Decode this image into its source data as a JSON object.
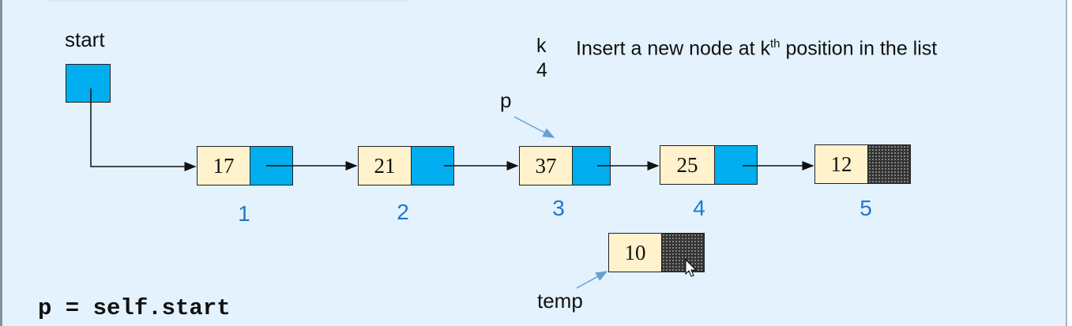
{
  "labels": {
    "start": "start",
    "k": "k",
    "k_value": "4",
    "heading_main": "Insert a new node at k",
    "heading_sup": "th",
    "heading_rest": " position in the list",
    "p": "p",
    "temp": "temp",
    "code": "p = self.start"
  },
  "nodes": [
    {
      "info": "17",
      "index": "1",
      "null_link": false
    },
    {
      "info": "21",
      "index": "2",
      "null_link": false
    },
    {
      "info": "37",
      "index": "3",
      "null_link": false
    },
    {
      "info": "25",
      "index": "4",
      "null_link": false
    },
    {
      "info": "12",
      "index": "5",
      "null_link": true
    }
  ],
  "temp_node": {
    "info": "10",
    "null_link": true
  },
  "colors": {
    "background": "#e3f2fd",
    "info_fill": "#fff2cc",
    "link_fill": "#00aeef",
    "index_text": "#1f78c8",
    "pointer_arrow": "#6a9fd0"
  }
}
